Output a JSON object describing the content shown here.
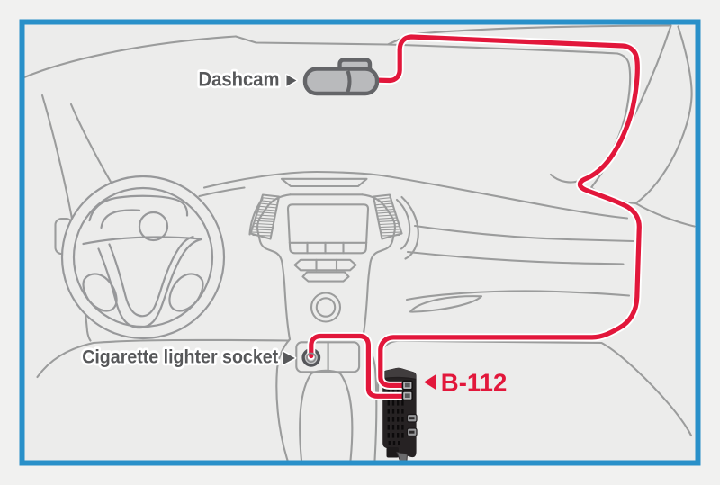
{
  "diagram": {
    "type": "installation-diagram",
    "subject": "dashcam power cable routing inside a car interior",
    "labels": {
      "dashcam": "Dashcam",
      "cigarette_socket": "Cigarette lighter socket",
      "device_model": "B-112"
    },
    "colors": {
      "frame_blue": "#2990c9",
      "cable_red": "#e2173b",
      "car_line_gray": "#9b9c9c",
      "label_gray": "#57585a",
      "inner_background": "#ececeb",
      "outer_background": "#f1f1f0",
      "device_body_black": "#262223"
    }
  }
}
